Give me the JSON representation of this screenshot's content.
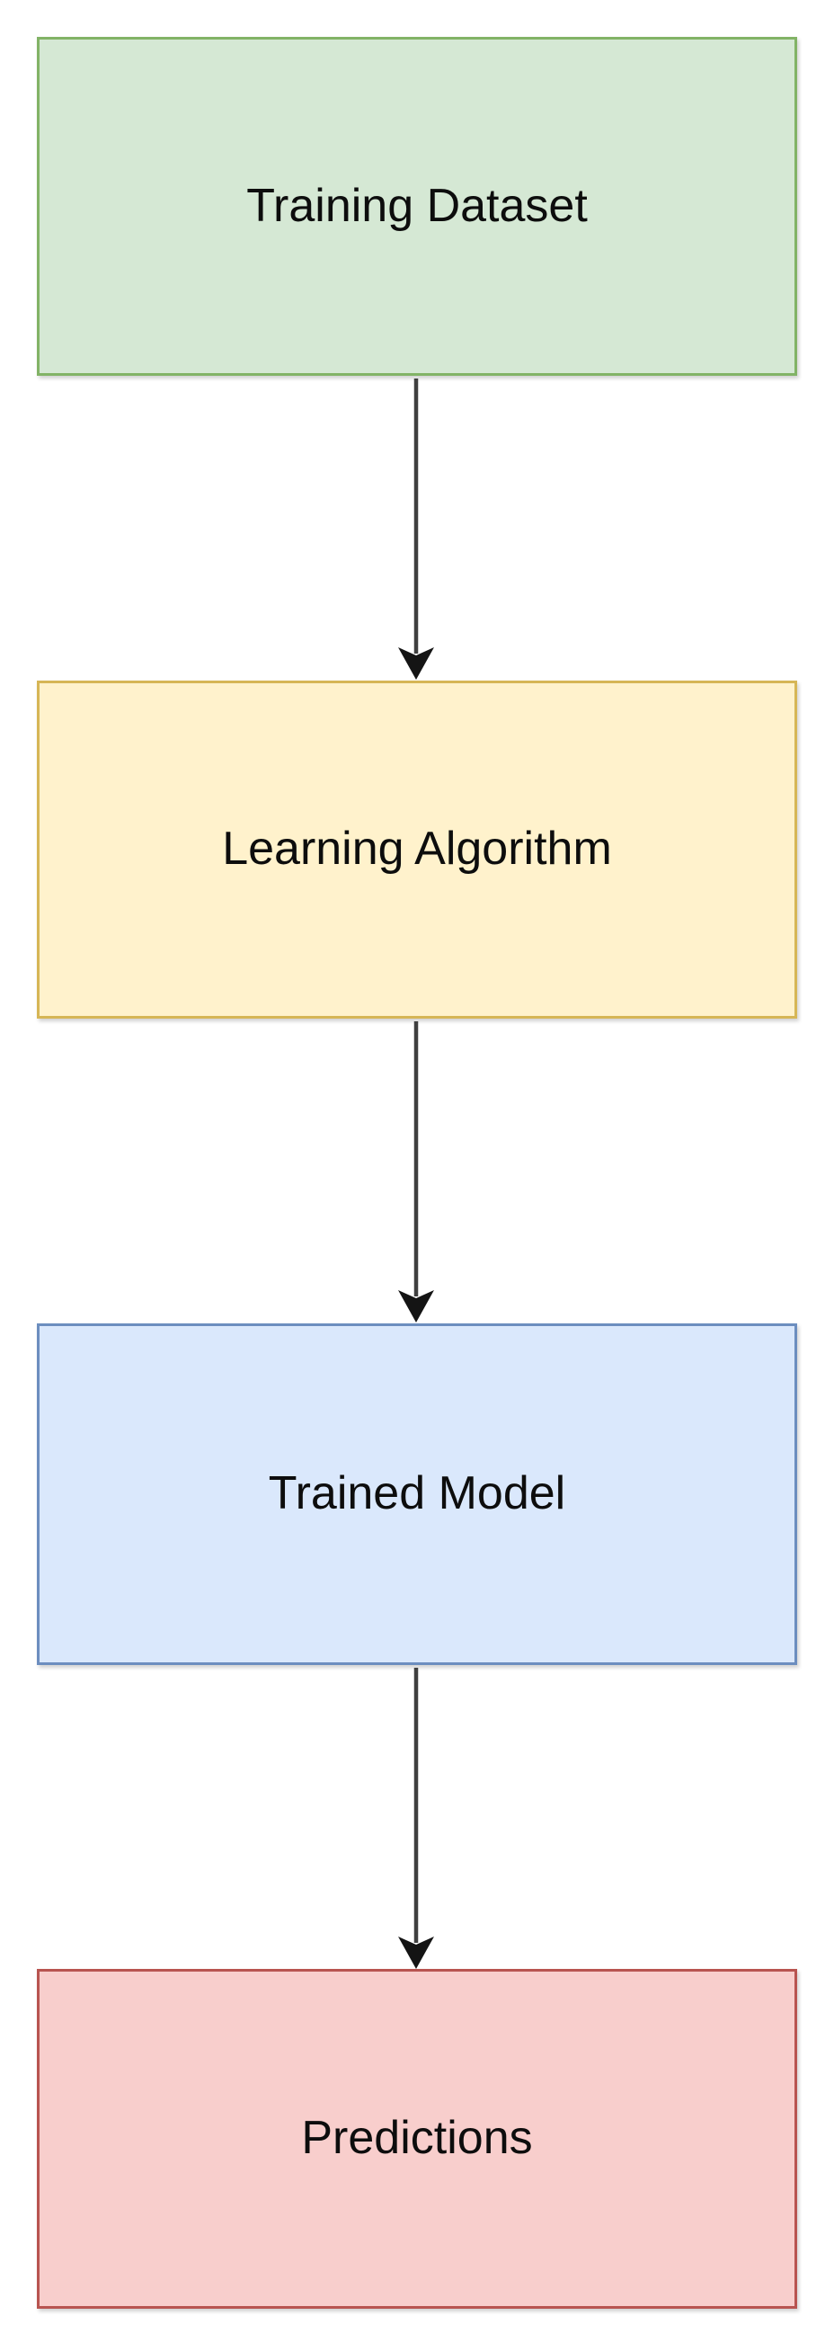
{
  "diagram": {
    "type": "flowchart",
    "description": "Vertical machine-learning pipeline flowchart with four boxes connected by downward arrows",
    "text_color": "#0d0d0d",
    "background_color": "#ffffff",
    "connector": {
      "line_color": "#3f3f3f",
      "arrowhead_color": "#141414",
      "style": "solid",
      "direction": "down"
    },
    "nodes": [
      {
        "id": "training-dataset",
        "label": "Training Dataset",
        "fill": "#d5e8d4",
        "stroke": "#82b366"
      },
      {
        "id": "learning-algorithm",
        "label": "Learning Algorithm",
        "fill": "#fff2cc",
        "stroke": "#d6b656"
      },
      {
        "id": "trained-model",
        "label": "Trained Model",
        "fill": "#dae8fc",
        "stroke": "#6c8ebf"
      },
      {
        "id": "predictions",
        "label": "Predictions",
        "fill": "#f8cecc",
        "stroke": "#b85450"
      }
    ],
    "edges": [
      {
        "from": "Training Dataset",
        "to": "Learning Algorithm",
        "label": ""
      },
      {
        "from": "Learning Algorithm",
        "to": "Trained Model",
        "label": ""
      },
      {
        "from": "Trained Model",
        "to": "Predictions",
        "label": ""
      }
    ]
  }
}
